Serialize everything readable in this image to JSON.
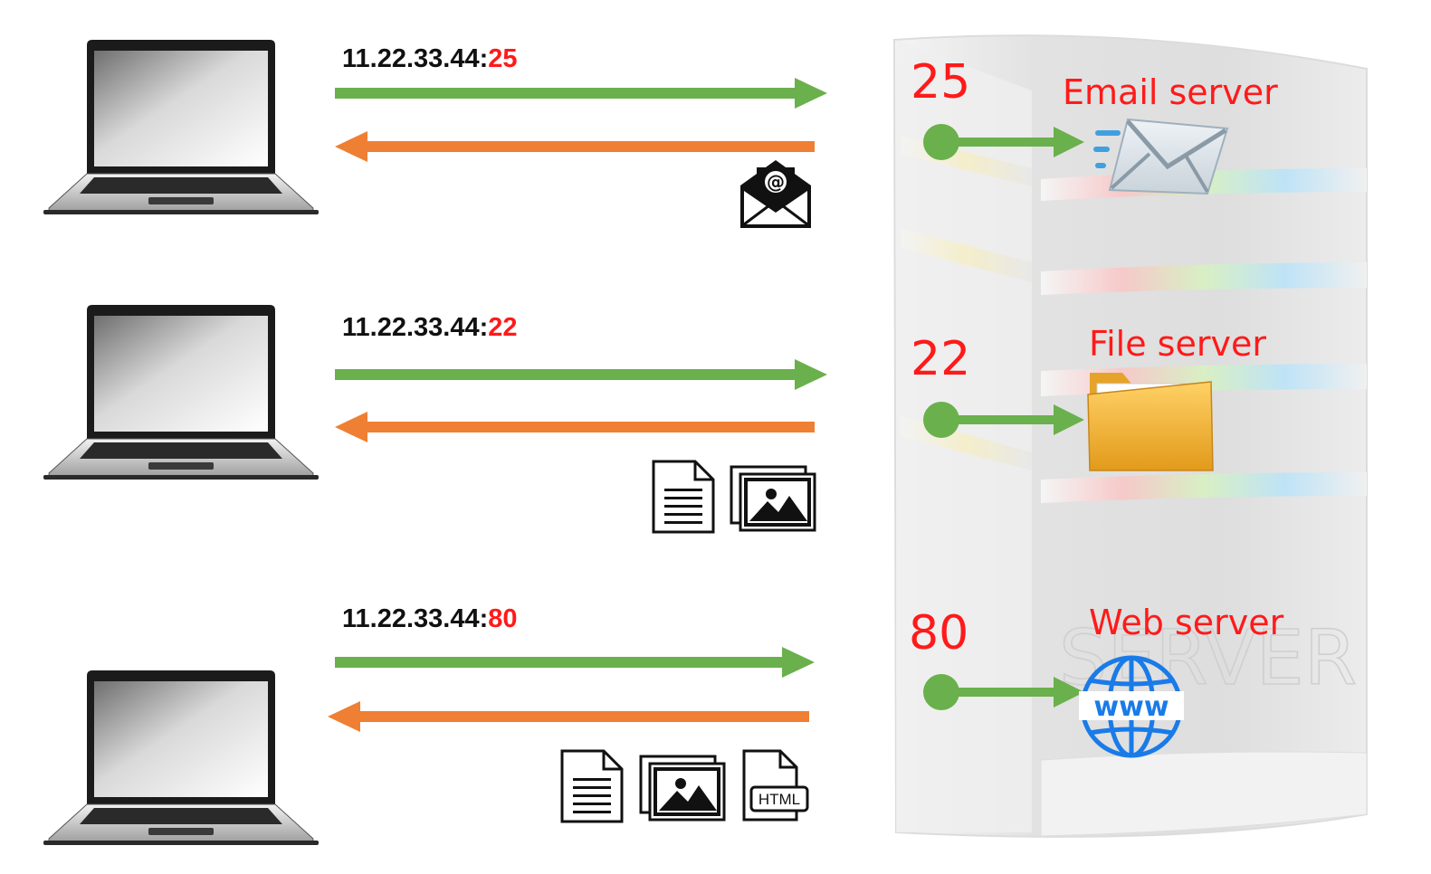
{
  "colors": {
    "request_arrow": "#6ab04c",
    "response_arrow": "#ef7f33",
    "port_highlight": "#ff1a1a",
    "address_text": "#111111",
    "server_body": "#e6e6e6"
  },
  "server": {
    "watermark": "SERVER"
  },
  "rows": [
    {
      "ip": "11.22.33.44:",
      "port": "25",
      "server_label": "Email server",
      "server_icon": "envelope-icon",
      "response_icons": [
        "email-at-icon"
      ]
    },
    {
      "ip": "11.22.33.44:",
      "port": "22",
      "server_label": "File server",
      "server_icon": "folder-icon",
      "response_icons": [
        "document-icon",
        "image-icon"
      ]
    },
    {
      "ip": "11.22.33.44:",
      "port": "80",
      "server_label": "Web server",
      "server_icon": "www-globe-icon",
      "response_icons": [
        "document-icon",
        "image-icon",
        "html-file-icon"
      ],
      "html_file_label": "HTML"
    }
  ]
}
